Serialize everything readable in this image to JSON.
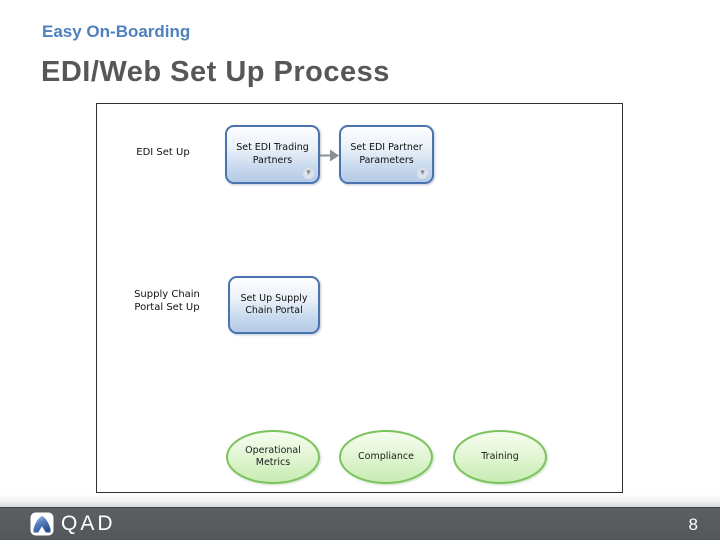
{
  "slide": {
    "header": "Easy On-Boarding",
    "title": "EDI/Web Set Up Process",
    "page_number": "8"
  },
  "diagram": {
    "sections": [
      {
        "label_lines": [
          "EDI Set Up"
        ],
        "boxes": [
          {
            "lines": [
              "Set EDI Trading",
              "Partners"
            ],
            "has_expander": true
          },
          {
            "lines": [
              "Set EDI Partner",
              "Parameters"
            ],
            "has_expander": true
          }
        ]
      },
      {
        "label_lines": [
          "Supply Chain",
          "Portal Set Up"
        ],
        "boxes": [
          {
            "lines": [
              "Set Up Supply",
              "Chain Portal"
            ],
            "has_expander": false
          }
        ]
      }
    ],
    "ellipses": [
      {
        "lines": [
          "Operational",
          "Metrics"
        ]
      },
      {
        "lines": [
          "Compliance"
        ]
      },
      {
        "lines": [
          "Training"
        ]
      }
    ]
  },
  "icons": {
    "expander": "▾",
    "flow_arrow": "arrow-right",
    "qad_logo": "qad-mountain-icon"
  },
  "footer": {
    "logo_text": "QAD"
  },
  "colors": {
    "header_blue": "#4f81bd",
    "title_gray": "#575757",
    "box_border": "#4a74b0",
    "box_fill_bottom": "#b7cbe6",
    "ellipse_border": "#7bc35c",
    "ellipse_fill_bottom": "#c8ecb2",
    "footer_bar": "#55595c",
    "arrow_gray": "#8a8f94"
  }
}
